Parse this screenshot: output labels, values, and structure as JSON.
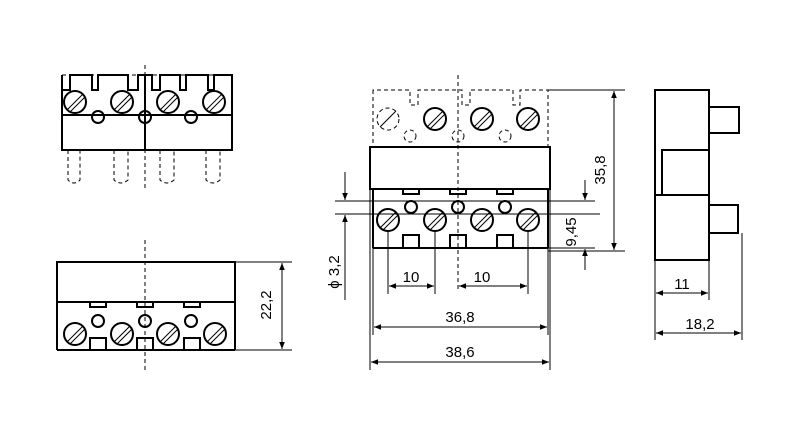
{
  "dimensions": {
    "pitch_a": "10",
    "pitch_b": "10",
    "width_inner": "36,8",
    "width_outer": "38,6",
    "height_total": "35,8",
    "height_screw": "9,45",
    "hole_diameter": "ϕ 3,2",
    "height_side": "22,2",
    "depth_body": "11",
    "depth_total": "18,2"
  }
}
